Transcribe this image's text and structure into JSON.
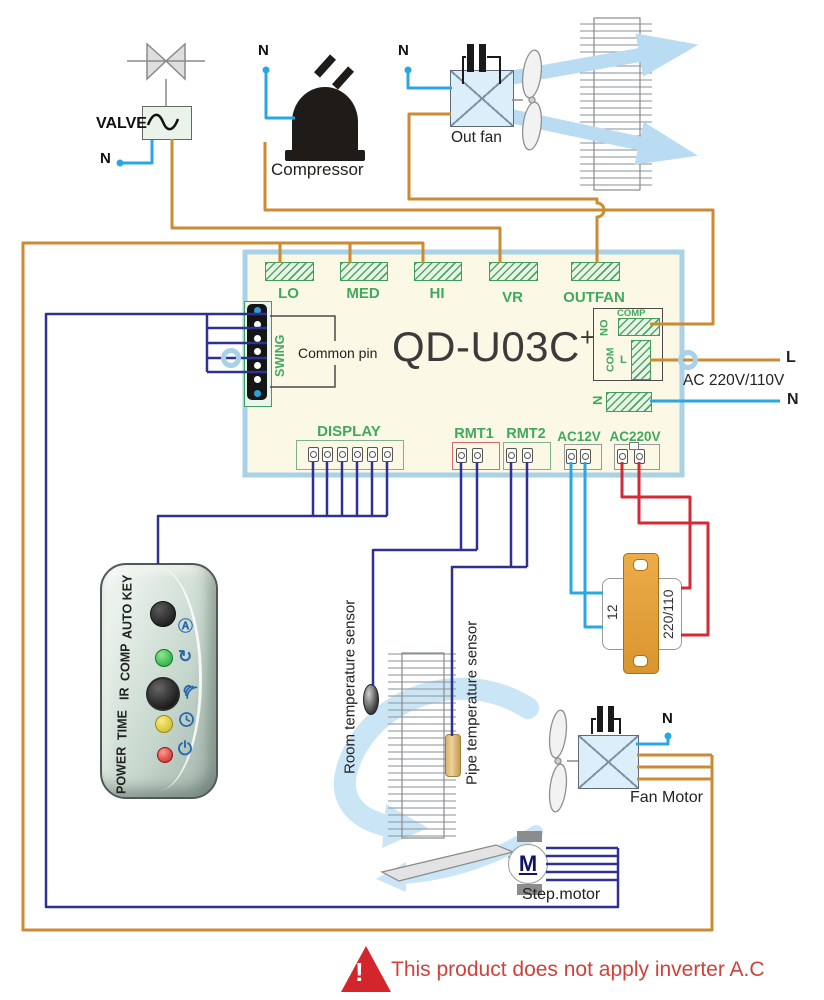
{
  "colors": {
    "wire_orange": "#CC8A33",
    "wire_navy": "#2E3192",
    "wire_blue": "#2BA7E0",
    "wire_red": "#D32A35",
    "board_fill": "#FCF8E6",
    "board_border": "#A9D2E8",
    "label_green": "#3FA95E",
    "warning_red": "#D0413C",
    "transformer_gold": "#E0A03C"
  },
  "outdoor": {
    "valve_label": "VALVE",
    "compressor_label": "Compressor",
    "out_fan_label": "Out fan",
    "n": "N"
  },
  "board": {
    "title": "QD-U03C",
    "title_superscript": "+",
    "top_connectors": [
      {
        "label": "LO"
      },
      {
        "label": "MED"
      },
      {
        "label": "HI"
      },
      {
        "label": "VR"
      },
      {
        "label": "OUTFAN"
      }
    ],
    "swing_label": "SWING",
    "common_pin_label": "Common pin",
    "relay": {
      "comp_label": "COMP",
      "no_label": "NO",
      "com_label": "COM",
      "l_label": "L"
    },
    "neutral_label": "N",
    "bottom_connectors": [
      {
        "label": "DISPLAY"
      },
      {
        "label": "RMT1"
      },
      {
        "label": "RMT2"
      },
      {
        "label": "AC12V"
      },
      {
        "label": "AC220V"
      }
    ]
  },
  "mains": {
    "l_label": "L",
    "n_label": "N",
    "voltage_label": "AC 220V/110V"
  },
  "display_unit": {
    "labels": [
      {
        "label": "POWER"
      },
      {
        "label": "TIME"
      },
      {
        "label": "IR"
      },
      {
        "label": "COMP"
      },
      {
        "label": "AUTO KEY"
      }
    ],
    "auto_glyph": "Ⓐ",
    "cycle_glyph": "↻"
  },
  "transformer": {
    "secondary_label": "12",
    "primary_label": "220/110"
  },
  "sensors": {
    "room_label": "Room temperature sensor",
    "pipe_label": "Pipe temperature sensor"
  },
  "indoor": {
    "fan_motor_label": "Fan Motor",
    "fan_n": "N",
    "step_motor_label": "Step.motor",
    "motor_symbol": "M"
  },
  "warning": {
    "exclamation": "!",
    "text": "This product does not apply inverter A.C"
  }
}
